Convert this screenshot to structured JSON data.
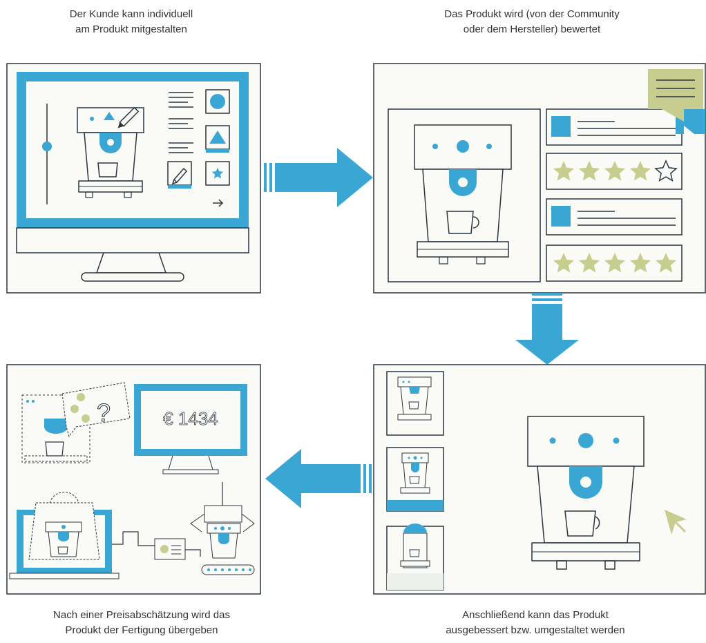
{
  "captions": {
    "step1": "Der Kunde kann individuell\nam Produkt mitgestalten",
    "step2": "Das Produkt wird (von der Community\noder dem Hersteller) bewertet",
    "step3": "Anschließend kann das Produkt\nausgebessert bzw. umgestaltet werden",
    "step4": "Nach einer Preisabschätzung wird das\nProdukt der Fertigung übergeben"
  },
  "price_display": "€ 1434",
  "question_mark": "?",
  "ratings": [
    {
      "filled": 4,
      "total": 5
    },
    {
      "filled": 5,
      "total": 5
    }
  ],
  "colors": {
    "accent_blue": "#3aa6d3",
    "outline": "#2a3540",
    "olive": "#c7cc8f",
    "panel_bg": "#fafaf7"
  }
}
